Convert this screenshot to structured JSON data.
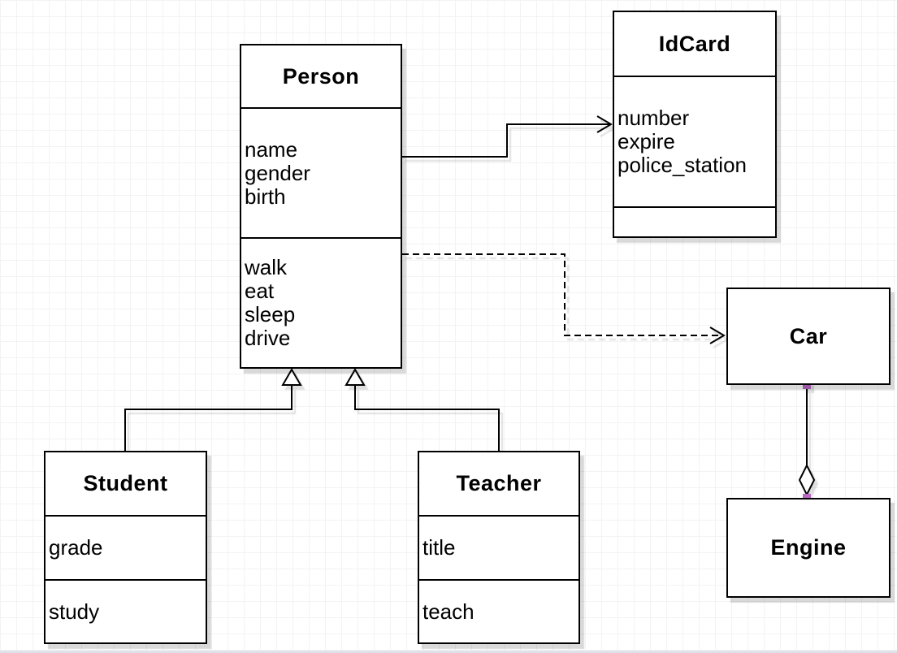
{
  "diagram_type": "uml-class-diagram",
  "classes": {
    "person": {
      "name": "Person",
      "attributes": [
        "name",
        "gender",
        "birth"
      ],
      "methods": [
        "walk",
        "eat",
        "sleep",
        "drive"
      ]
    },
    "idcard": {
      "name": "IdCard",
      "attributes": [
        "number",
        "expire",
        "police_station"
      ],
      "methods": []
    },
    "car": {
      "name": "Car",
      "attributes": [],
      "methods": []
    },
    "engine": {
      "name": "Engine",
      "attributes": [],
      "methods": []
    },
    "student": {
      "name": "Student",
      "attributes": [
        "grade"
      ],
      "methods": [
        "study"
      ]
    },
    "teacher": {
      "name": "Teacher",
      "attributes": [
        "title"
      ],
      "methods": [
        "teach"
      ]
    }
  },
  "relationships": [
    {
      "from": "Person",
      "to": "IdCard",
      "type": "association",
      "line": "solid",
      "arrow": "open"
    },
    {
      "from": "Person",
      "to": "Car",
      "type": "dependency",
      "line": "dashed",
      "arrow": "open"
    },
    {
      "from": "Student",
      "to": "Person",
      "type": "inheritance",
      "line": "solid",
      "arrow": "hollow-triangle"
    },
    {
      "from": "Teacher",
      "to": "Person",
      "type": "inheritance",
      "line": "solid",
      "arrow": "hollow-triangle"
    },
    {
      "from": "Car",
      "to": "Engine",
      "type": "aggregation",
      "line": "solid",
      "arrow": "hollow-diamond"
    }
  ],
  "colors": {
    "shape_fill": "#ffffff",
    "stroke": "#000000",
    "endpoint_handle": "#b768c2",
    "grid_line": "#f3f3f5",
    "page_edge": "#dfe2ea"
  }
}
